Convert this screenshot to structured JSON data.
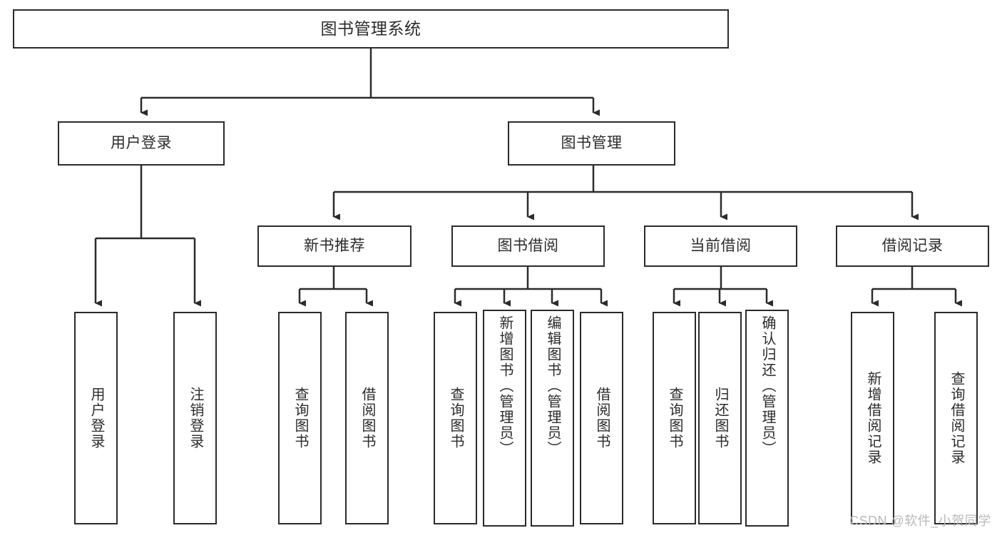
{
  "diagram": {
    "type": "hierarchy-tree",
    "title": "图书管理系统",
    "watermark": "CSDN @软件_小贺同学",
    "colors": {
      "stroke": "#2b2b2b",
      "fill": "#ffffff",
      "text": "#2b2b2b",
      "watermark": "#b9b9b9"
    },
    "root": {
      "label": "图书管理系统"
    },
    "level2": [
      {
        "label": "用户登录"
      },
      {
        "label": "图书管理"
      }
    ],
    "level3": [
      {
        "label": "新书推荐"
      },
      {
        "label": "图书借阅"
      },
      {
        "label": "当前借阅"
      },
      {
        "label": "借阅记录"
      }
    ],
    "leaves": {
      "user_login": [
        {
          "label": "用户登录"
        },
        {
          "label": "注销登录"
        }
      ],
      "new_book": [
        {
          "label": "查询图书"
        },
        {
          "label": "借阅图书"
        }
      ],
      "book_borrow": [
        {
          "label": "查询图书"
        },
        {
          "label": "新增图书（管理员）"
        },
        {
          "label": "编辑图书（管理员）"
        },
        {
          "label": "借阅图书"
        }
      ],
      "current_borrow": [
        {
          "label": "查询图书"
        },
        {
          "label": "归还图书"
        },
        {
          "label": "确认归还（管理员）"
        }
      ],
      "borrow_record": [
        {
          "label": "新增借阅记录"
        },
        {
          "label": "查询借阅记录"
        }
      ]
    }
  }
}
